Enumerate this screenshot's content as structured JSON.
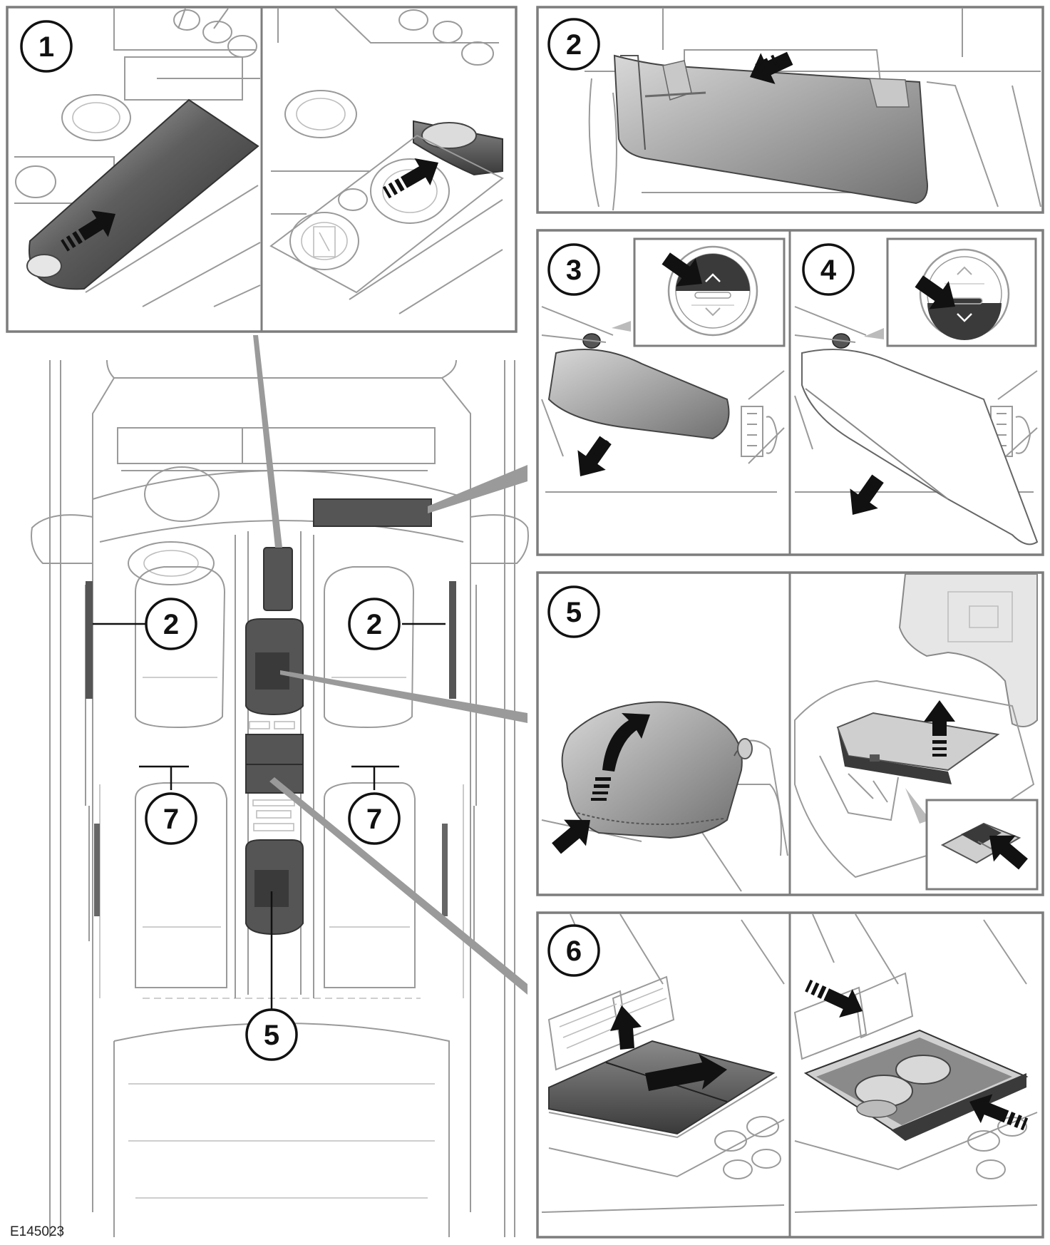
{
  "figure_code": "E145023",
  "colors": {
    "frame": "#7d7d7d",
    "line_art": "#9a9a9a",
    "component_fill": "#555555",
    "arrow": "#111111",
    "leader": "#9a9a9a"
  },
  "callouts": {
    "panel_1": "1",
    "panel_2": "2",
    "panel_3": "3",
    "panel_4": "4",
    "panel_5": "5",
    "panel_6": "6",
    "car_left_front": "2",
    "car_right_front": "2",
    "car_left_seat": "7",
    "car_right_seat": "7",
    "car_rear_console": "5"
  },
  "icons": [
    "push-arrow-icon",
    "open-arrow-icon",
    "lift-arrow-icon",
    "slide-arrow-icon"
  ]
}
